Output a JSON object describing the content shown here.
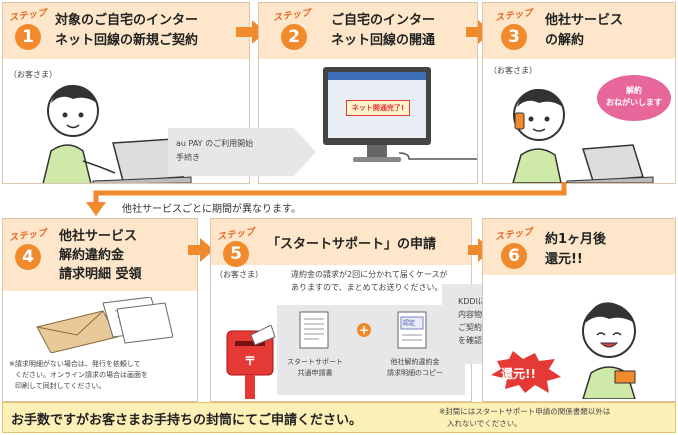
{
  "step_word": "ステップ",
  "steps": [
    {
      "num": "1",
      "line1": "対象のご自宅のインター",
      "line2": "ネット回線の新規ご契約"
    },
    {
      "num": "2",
      "line1": "ご自宅のインター",
      "line2": "ネット回線の開通"
    },
    {
      "num": "3",
      "line1": "他社サービス",
      "line2": "の解約"
    },
    {
      "num": "4",
      "line1": "他社サービス",
      "line2": "解約違約金",
      "line3": "請求明細 受領"
    },
    {
      "num": "5",
      "line1": "「スタートサポート」の申請"
    },
    {
      "num": "6",
      "line1": "約1ヶ月後",
      "line2": "還元!!"
    }
  ],
  "customer_label": "（お客さま）",
  "au_pay_note": {
    "line1": "au PAY のご利用開始",
    "line2": "手続き"
  },
  "screen_banner": "ネット開通完了!",
  "cancel_bubble": {
    "line1": "解約",
    "line2": "おねがいします"
  },
  "period_note": "他社サービスごとに期間が異なります。",
  "step4_note": {
    "line1": "※請求明細がない場合は、発行を依頼して",
    "line2": "ください。オンライン請求の場合は画面を",
    "line3": "印刷して同封してください。"
  },
  "step5_note": {
    "line1": "違約金の請求が2回に分かれて届くケースが",
    "line2": "ありますので、まとめてお送りください。"
  },
  "doc1": {
    "line1": "スタートサポート",
    "line2": "共通申請書"
  },
  "doc2": {
    "line1": "他社解約違約金",
    "line2": "請求明細のコピー"
  },
  "doc2_stamp": "認定",
  "kddi_note": {
    "line1": "KDDIにて",
    "line2": "内容物と",
    "line3": "ご契約状況",
    "line4": "を確認"
  },
  "refund_label": "還元!!",
  "footer_main": "お手数ですがお客さまお手持ちの封筒にてご申請ください。",
  "footer_note": {
    "line1": "※封筒にはスタートサポート申請の関係書類以外は",
    "line2": "入れないでください。"
  },
  "colors": {
    "accent": "#f08a2c",
    "header_bg": "#fde6c9",
    "footer_bg": "#fdf0b7",
    "gray": "#e7e7ea",
    "red": "#e53935"
  }
}
